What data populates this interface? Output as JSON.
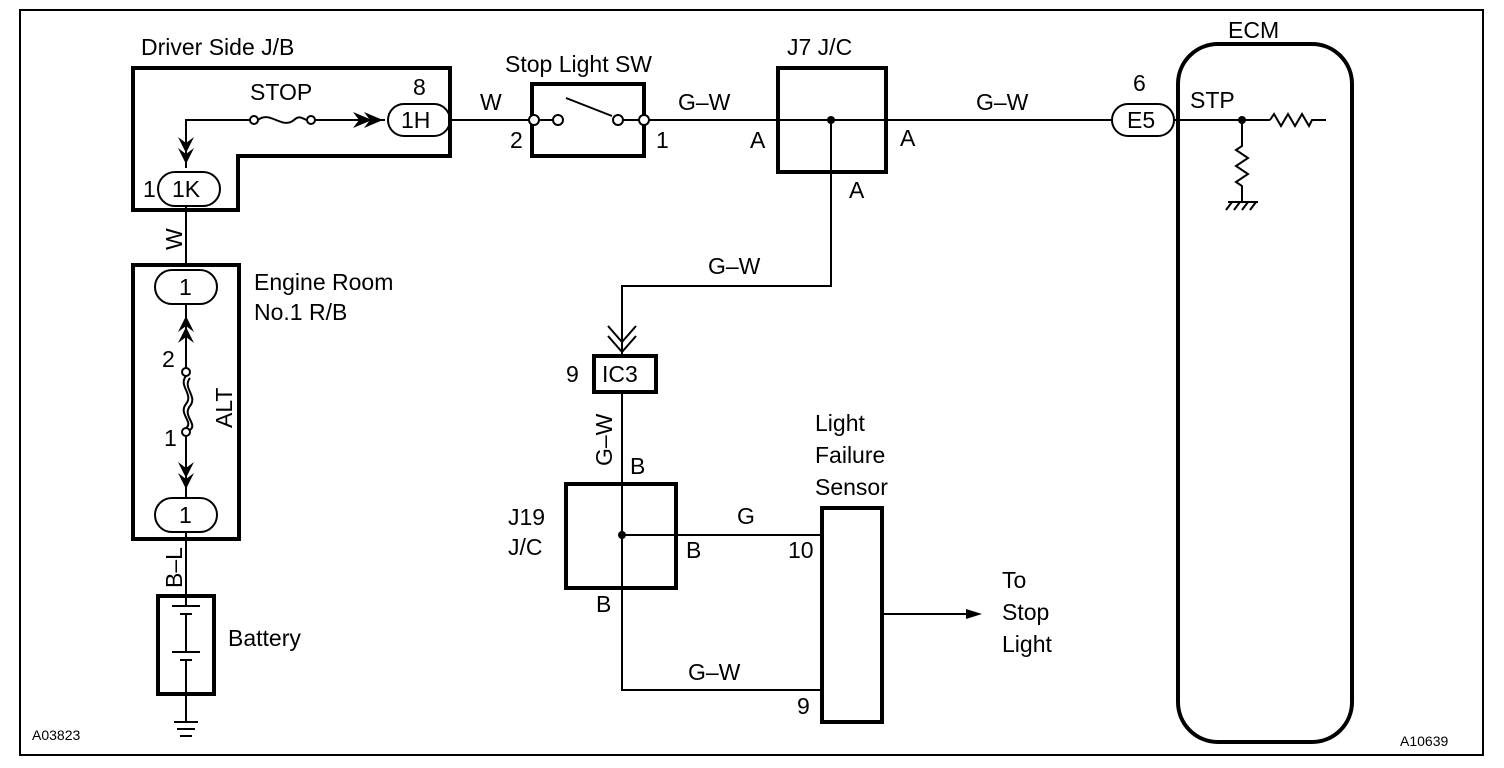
{
  "labels": {
    "driver_jb": "Driver Side J/B",
    "stop_fuse": "STOP",
    "pin_8": "8",
    "conn_1h": "1H",
    "conn_1k": "1K",
    "pin_1_jb": "1",
    "wire_w_1": "W",
    "wire_w_2": "W",
    "stop_sw": "Stop Light SW",
    "sw_pin_2": "2",
    "sw_pin_1": "1",
    "wire_gw_1": "G–W",
    "j7": "J7 J/C",
    "j7_a_left": "A",
    "j7_a_right": "A",
    "j7_a_bottom": "A",
    "wire_gw_2": "G–W",
    "ecm": "ECM",
    "pin_6": "6",
    "conn_e5": "E5",
    "stp": "STP",
    "engine_room_1": "Engine Room",
    "engine_room_2": "No.1 R/B",
    "rb_conn_top": "1",
    "rb_conn_bottom": "1",
    "rb_pin_2": "2",
    "rb_pin_1": "1",
    "alt": "ALT",
    "wire_bl": "B–L",
    "battery": "Battery",
    "wire_gw_3": "G–W",
    "pin_9_ic3": "9",
    "conn_ic3": "IC3",
    "wire_gw_4": "G–W",
    "j19_b_top": "B",
    "j19_line1": "J19",
    "j19_line2": "J/C",
    "j19_b_right": "B",
    "j19_b_bottom": "B",
    "wire_g": "G",
    "lfs_1": "Light",
    "lfs_2": "Failure",
    "lfs_3": "Sensor",
    "pin_10": "10",
    "pin_9_lfs": "9",
    "wire_gw_5": "G–W",
    "to_1": "To",
    "to_2": "Stop",
    "to_3": "Light",
    "code_left": "A03823",
    "code_right": "A10639"
  }
}
